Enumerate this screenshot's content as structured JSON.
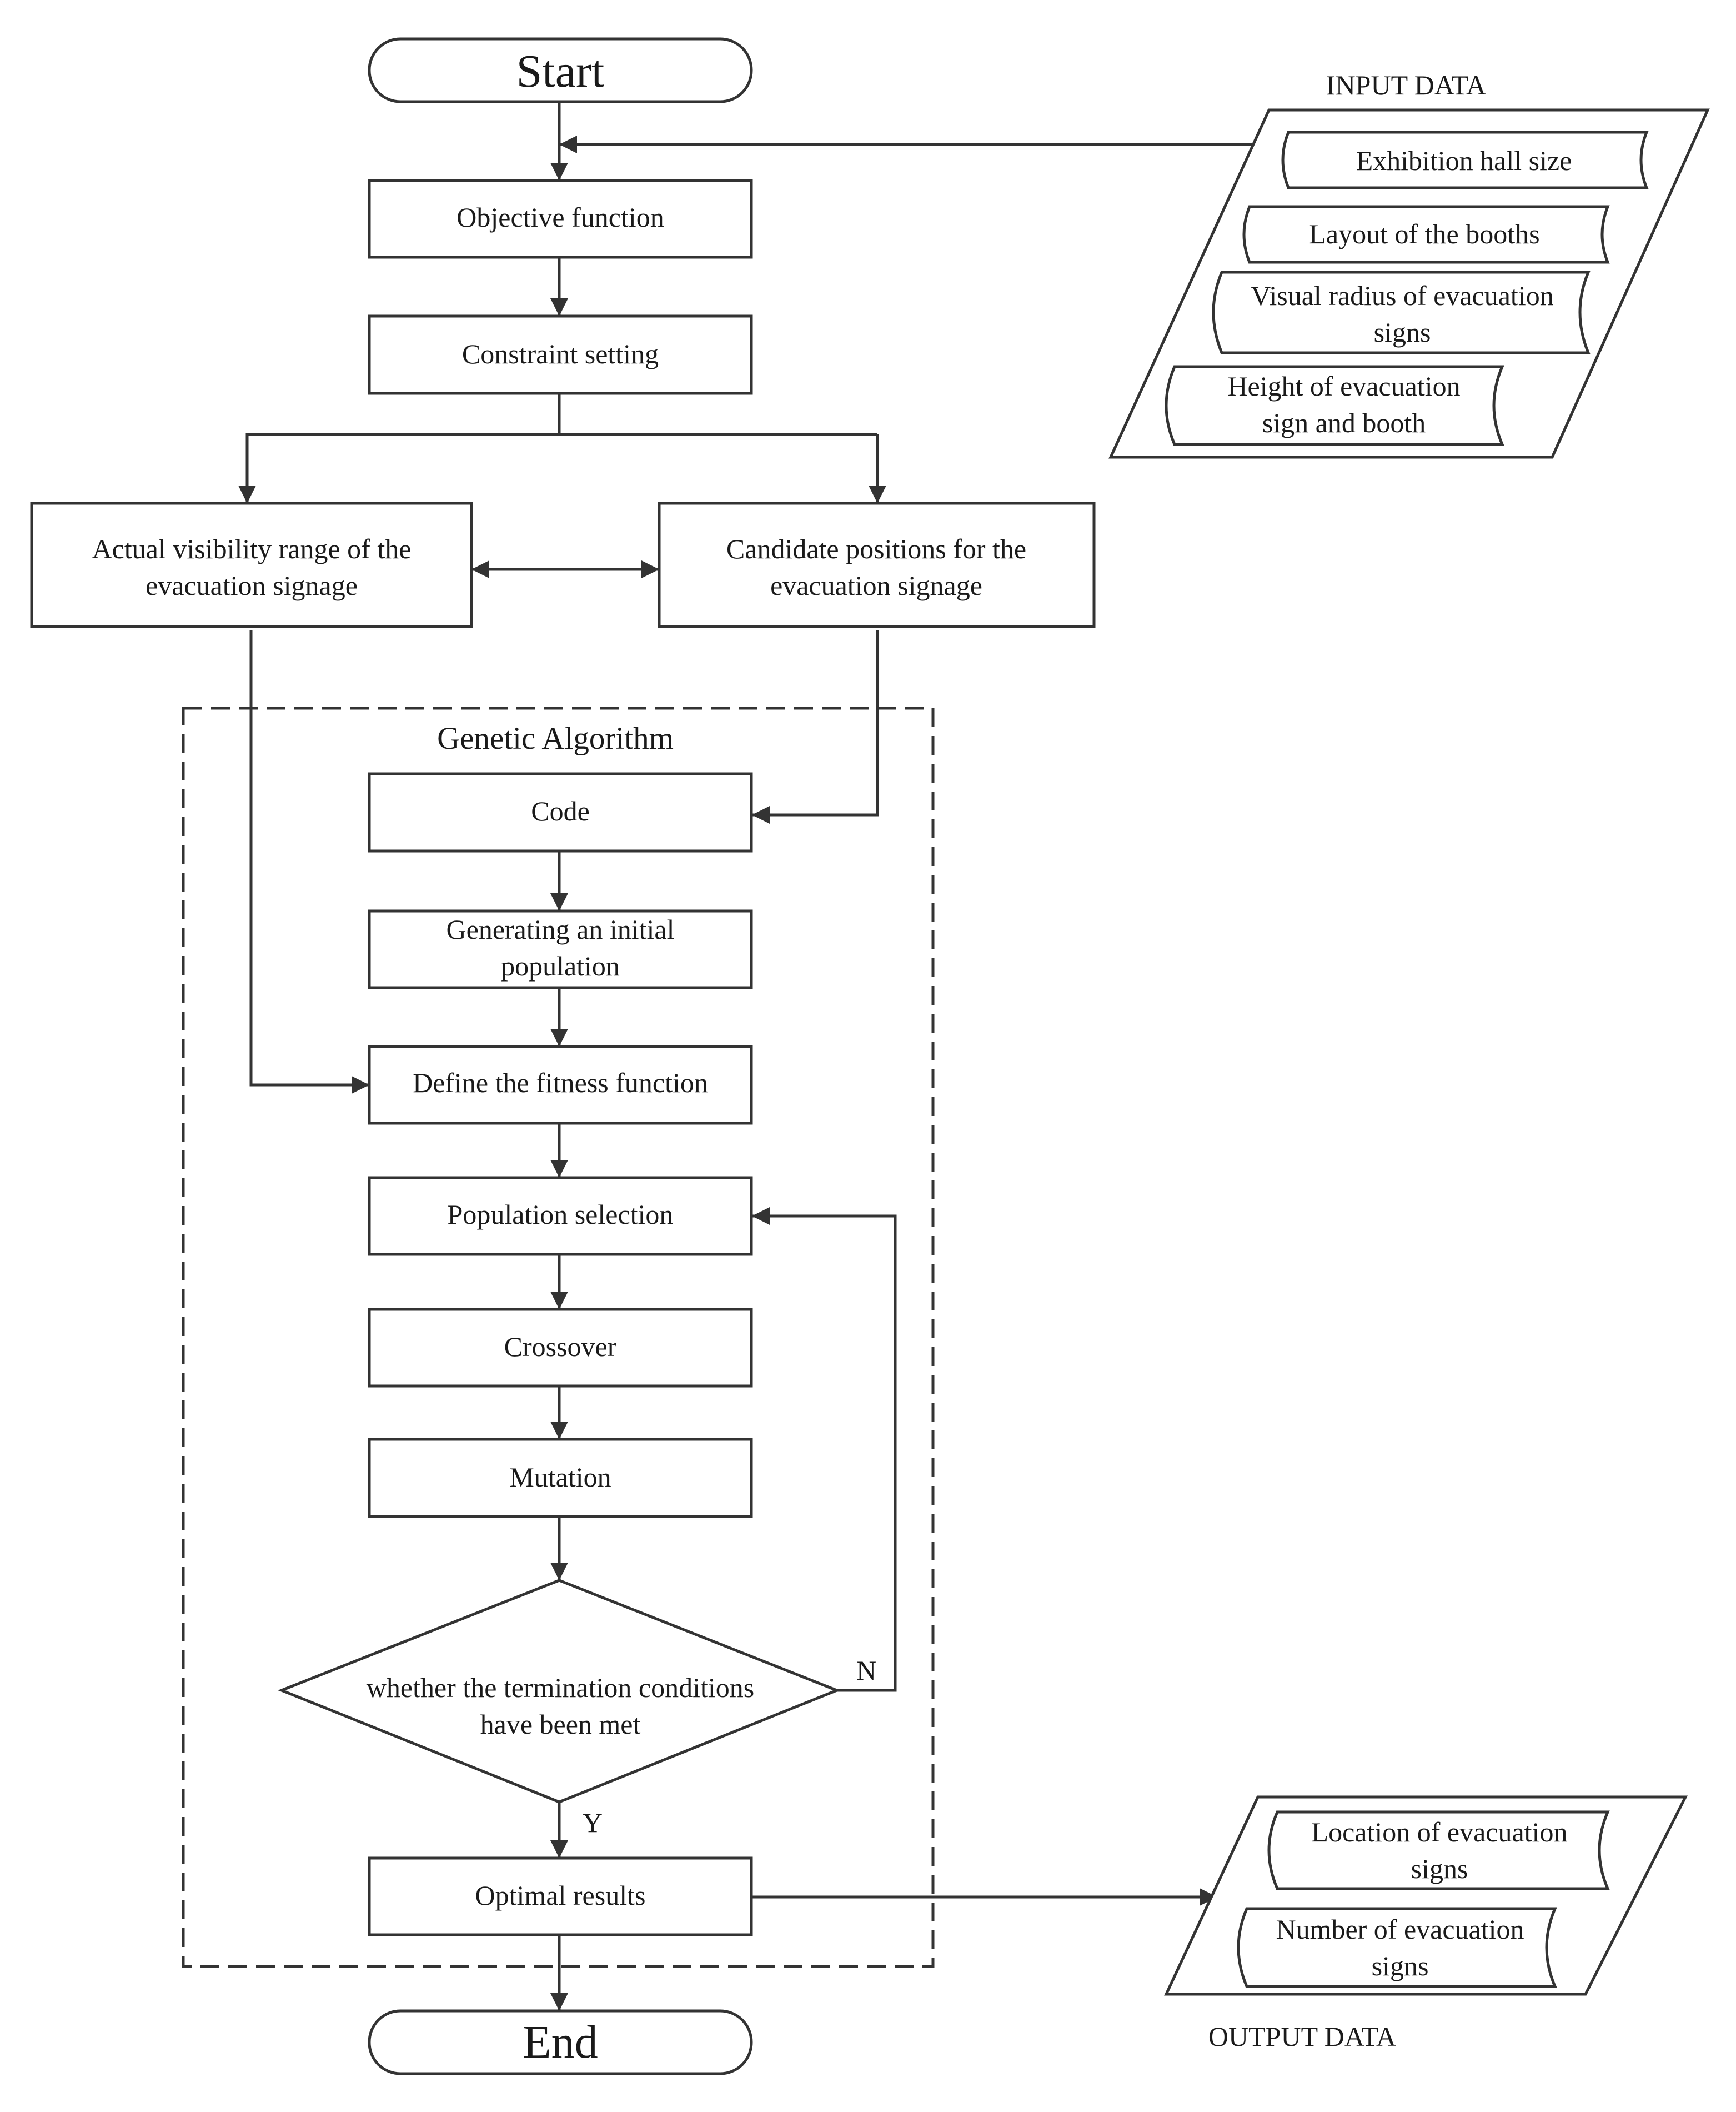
{
  "diagram": {
    "start_label": "Start",
    "end_label": "End",
    "input_section_label": "INPUT DATA",
    "output_section_label": "OUTPUT DATA",
    "ga_group_label": "Genetic Algorithm",
    "steps": {
      "objective": "Objective function",
      "constraint": "Constraint setting",
      "visibility_line1": "Actual visibility range of the",
      "visibility_line2": "evacuation signage",
      "candidate_line1": "Candidate positions for the",
      "candidate_line2": "evacuation signage",
      "code": "Code",
      "init_pop_line1": "Generating an initial",
      "init_pop_line2": "population",
      "fitness": "Define the fitness function",
      "selection": "Population selection",
      "crossover": "Crossover",
      "mutation": "Mutation",
      "decision_line1": "whether the termination conditions",
      "decision_line2": "have been met",
      "optimal": "Optimal results"
    },
    "decision_no": "N",
    "decision_yes": "Y",
    "inputs": {
      "hall_size": "Exhibition hall size",
      "booth_layout": "Layout of the booths",
      "visual_radius_line1": "Visual radius of evacuation",
      "visual_radius_line2": "signs",
      "height_line1": "Height of evacuation",
      "height_line2": "sign and booth"
    },
    "outputs": {
      "location_line1": "Location of evacuation",
      "location_line2": "signs",
      "number_line1": "Number of evacuation",
      "number_line2": "signs"
    },
    "colors": {
      "stroke": "#333333",
      "text": "#1a1a1a",
      "background": "#ffffff"
    }
  }
}
